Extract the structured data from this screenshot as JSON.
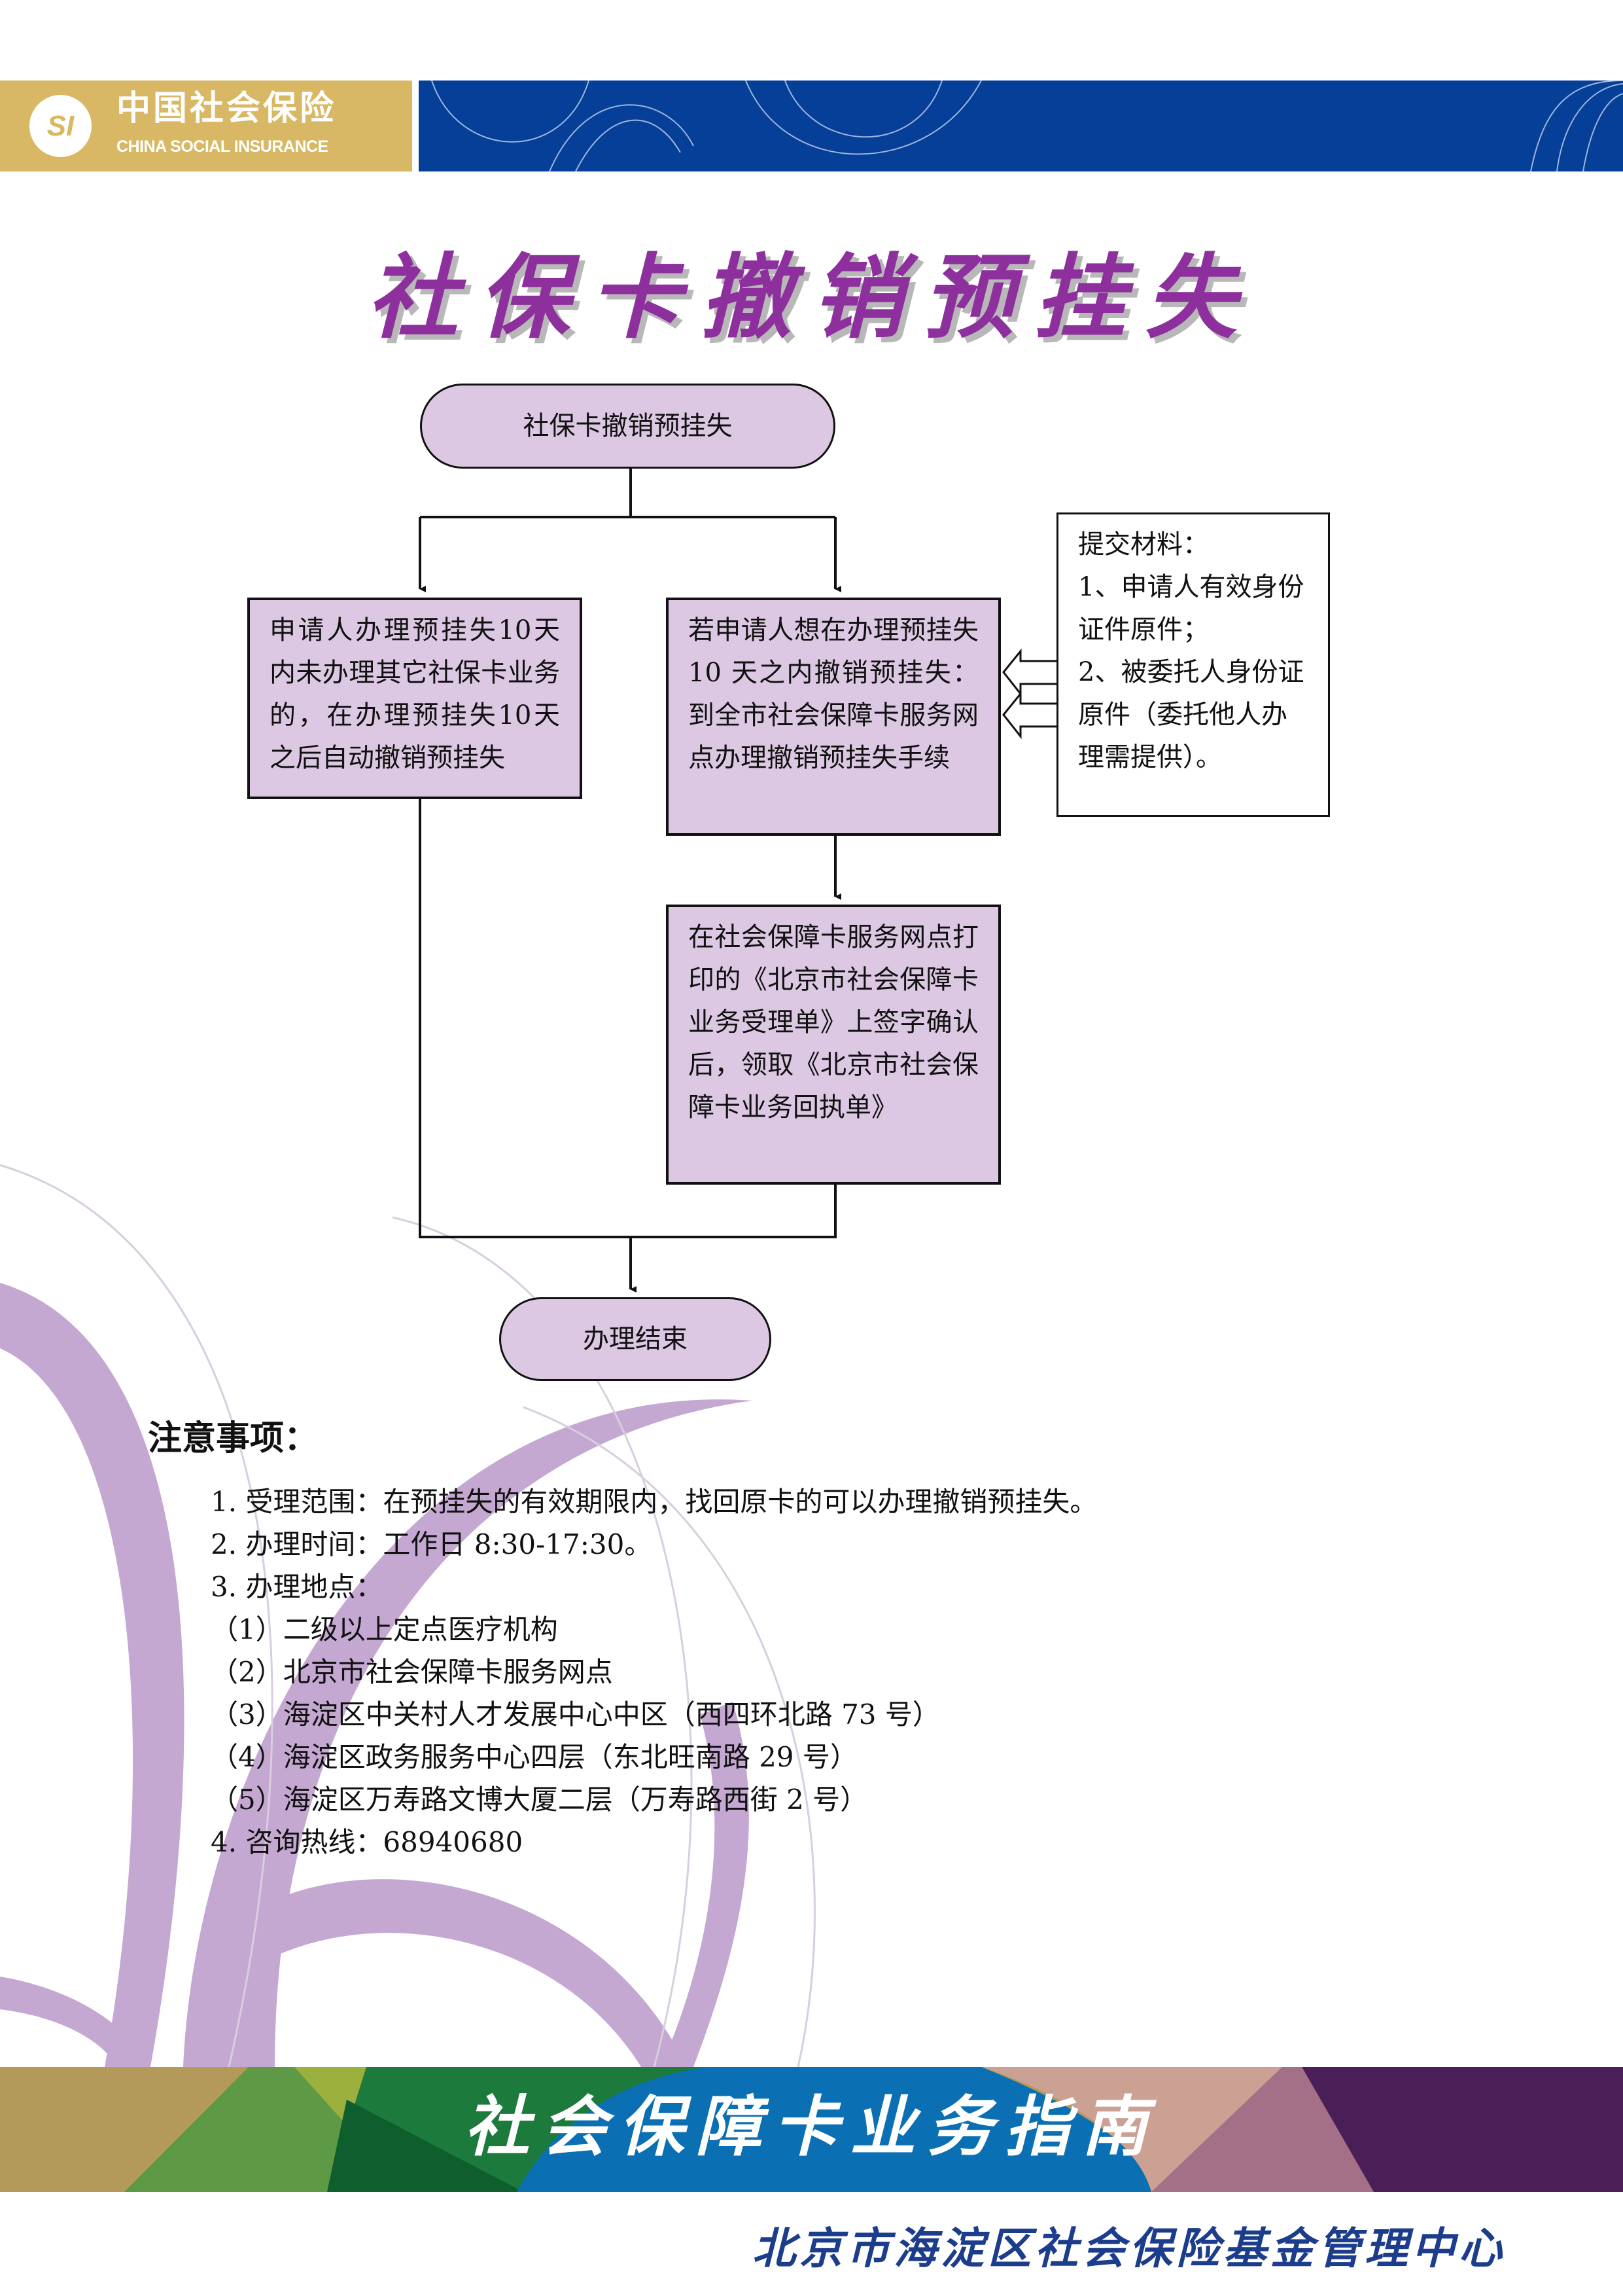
{
  "header": {
    "logo_mark": "SI",
    "logo_cn": "中国社会保险",
    "logo_en": "CHINA SOCIAL INSURANCE"
  },
  "title": "社保卡撤销预挂失",
  "flow": {
    "start": "社保卡撤销预挂失",
    "left_box": "申请人办理预挂失10天内未办理其它社保卡业务的，在办理预挂失10天之后自动撤销预挂失",
    "middle_box": "若申请人想在办理预挂失 10 天之内撤销预挂失：到全市社会保障卡服务网点办理撤销预挂失手续",
    "materials_title": "提交材料：",
    "materials": [
      "1、申请人有效身份证件原件；",
      "2、被委托人身份证原件（委托他人办理需提供）。"
    ],
    "second_box": "在社会保障卡服务网点打印的《北京市社会保障卡业务受理单》上签字确认后，领取《北京市社会保障卡业务回执单》",
    "end": "办理结束"
  },
  "notes": {
    "heading": "注意事项：",
    "items": [
      "1. 受理范围：在预挂失的有效期限内，找回原卡的可以办理撤销预挂失。",
      "2. 办理时间：工作日 8:30-17:30。",
      "3. 办理地点：",
      "（1）二级以上定点医疗机构",
      "（2）北京市社会保障卡服务网点",
      "（3）海淀区中关村人才发展中心中区（西四环北路 73 号）",
      "（4）海淀区政务服务中心四层（东北旺南路 29 号）",
      "（5）海淀区万寿路文博大厦二层（万寿路西街 2 号）",
      "4. 咨询热线：68940680"
    ]
  },
  "footer": {
    "title": "社会保障卡业务指南",
    "org": "北京市海淀区社会保险基金管理中心"
  },
  "colors": {
    "gold": "#d8b864",
    "blue": "#053f97",
    "title_purple": "#8e2f9e",
    "box_fill": "#dcc8e2",
    "swirl": "#c4a8d2"
  }
}
